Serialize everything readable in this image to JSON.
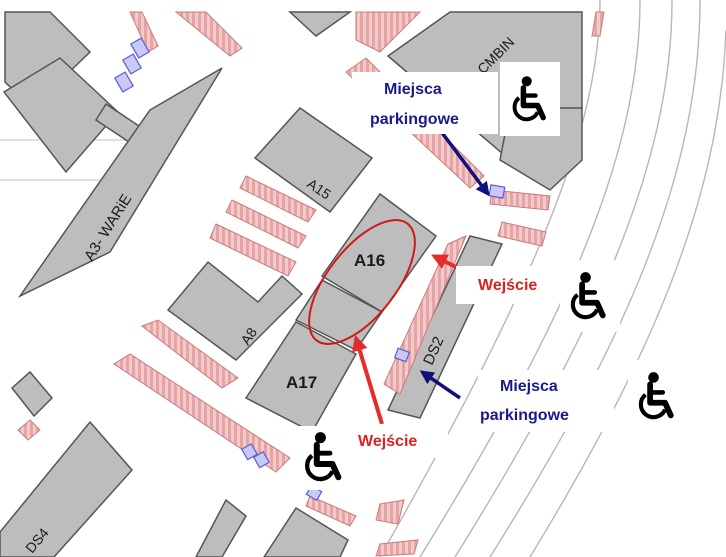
{
  "labels": {
    "a3": "A3- WARiE",
    "a8": "A8",
    "a15": "A15",
    "a16": "A16",
    "a17": "A17",
    "ds2": "DS2",
    "ds4": "DS4",
    "cmbin": "C- CMBIN"
  },
  "annotations": {
    "parking_top_line1": "Miejsca",
    "parking_top_line2": "parkingowe",
    "parking_right_line1": "Miejsca",
    "parking_right_line2": "parkingowe",
    "entrance_right": "Wejście",
    "entrance_bottom": "Wejście"
  },
  "icons": [
    "wheelchair-icon",
    "wheelchair-icon",
    "wheelchair-icon",
    "wheelchair-icon"
  ],
  "colors": {
    "building_fill": "#bdbdbd",
    "building_stroke": "#555555",
    "parking_fill": "#f3caca",
    "parking_stroke": "#c97b7b",
    "disabled_spot_fill": "#c9c9f5",
    "disabled_spot_stroke": "#5b5bd6",
    "road_line": "#b7b7b7",
    "parking_label": "#1a1a8c",
    "parking_arrow": "#10107a",
    "entrance_label": "#e02020",
    "entrance_arrow": "#e52b2b",
    "highlight_ring": "#d01818"
  }
}
